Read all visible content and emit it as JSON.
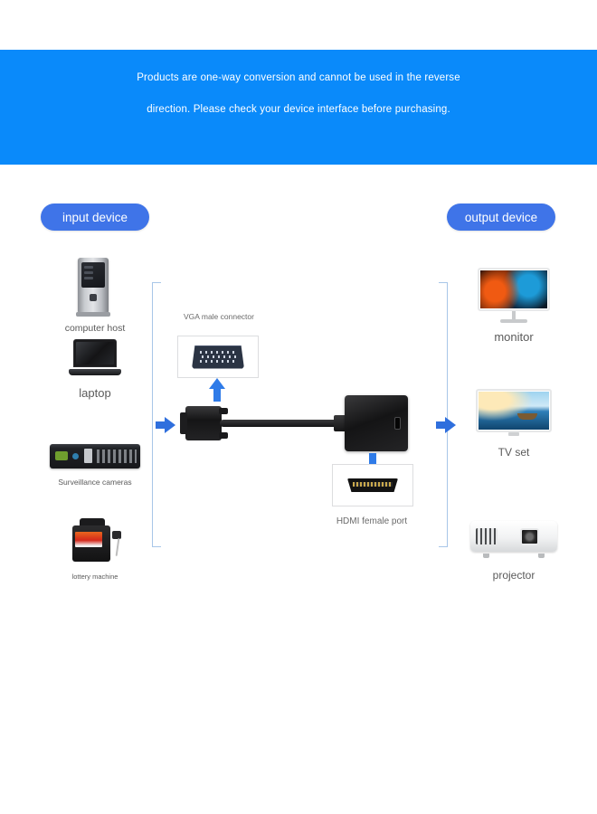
{
  "banner": {
    "line1": "Products are one-way conversion and cannot be used in the reverse",
    "line2": "direction. Please check your device interface before purchasing.",
    "background_color": "#0a8afa",
    "text_color": "#ffffff"
  },
  "pills": {
    "input": "input device",
    "output": "output device",
    "color": "#3f74e8"
  },
  "input_devices": [
    {
      "label": "computer host",
      "icon": "computer-tower-icon"
    },
    {
      "label": "laptop",
      "icon": "laptop-icon"
    },
    {
      "label": "Surveillance cameras",
      "icon": "dvr-icon"
    },
    {
      "label": "lottery machine",
      "icon": "lottery-machine-icon"
    }
  ],
  "output_devices": [
    {
      "label": "monitor",
      "icon": "monitor-icon"
    },
    {
      "label": "TV set",
      "icon": "tv-icon"
    },
    {
      "label": "projector",
      "icon": "projector-icon"
    }
  ],
  "center": {
    "vga_label": "VGA male connector",
    "hdmi_label": "HDMI female port",
    "arrow_color": "#2f7be8",
    "bracket_color": "#a8c6e8"
  }
}
